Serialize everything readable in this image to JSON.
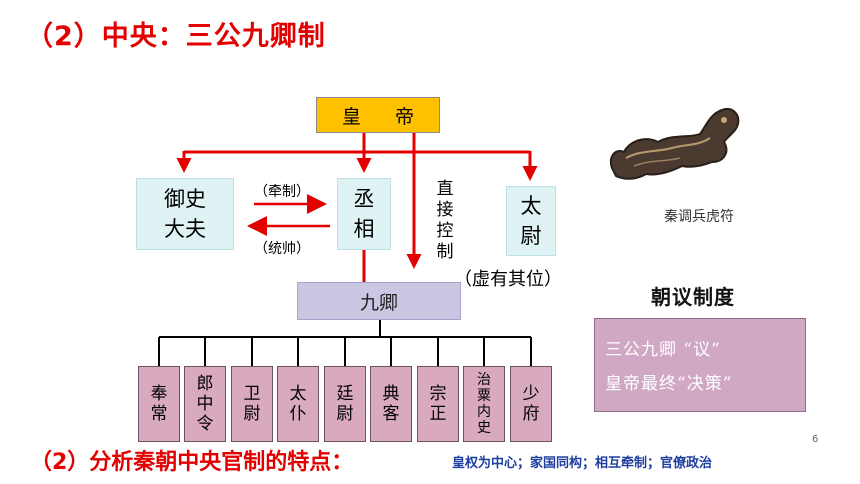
{
  "title": "（2）中央：三公九卿制",
  "emperor": "皇 帝",
  "yushi": [
    "御史",
    "大夫"
  ],
  "chengxiang": [
    "丞",
    "相"
  ],
  "taiwei": [
    "太",
    "尉"
  ],
  "qianzhi": "（牵制）",
  "tongshuai": "（统帅）",
  "zhijie_kongzhi": [
    "直",
    "接",
    "控",
    "制"
  ],
  "xuyou_qiwei": "（虚有其位）",
  "jiuqing": "九卿",
  "ministers": [
    [
      "奉",
      "常"
    ],
    [
      "郎",
      "中",
      "令"
    ],
    [
      "卫",
      "尉"
    ],
    [
      "太",
      "仆"
    ],
    [
      "廷",
      "尉"
    ],
    [
      "典",
      "客"
    ],
    [
      "宗",
      "正"
    ],
    [
      "治",
      "粟",
      "内",
      "史"
    ],
    [
      "少",
      "府"
    ]
  ],
  "tiger_caption": "秦调兵虎符",
  "chaoyi_title": "朝议制度",
  "chaoyi_lines": [
    "三公九卿 “议”",
    "皇帝最终“决策”"
  ],
  "page_number": "6",
  "bottom_title": "（2）分析秦朝中央官制的特点：",
  "bottom_answer": "皇权为中心；家国同构；相互牵制；官僚政治",
  "colors": {
    "accent_red": "#e30000",
    "emperor_gold": "#ffc000",
    "answer_blue": "#1f3fa0"
  }
}
